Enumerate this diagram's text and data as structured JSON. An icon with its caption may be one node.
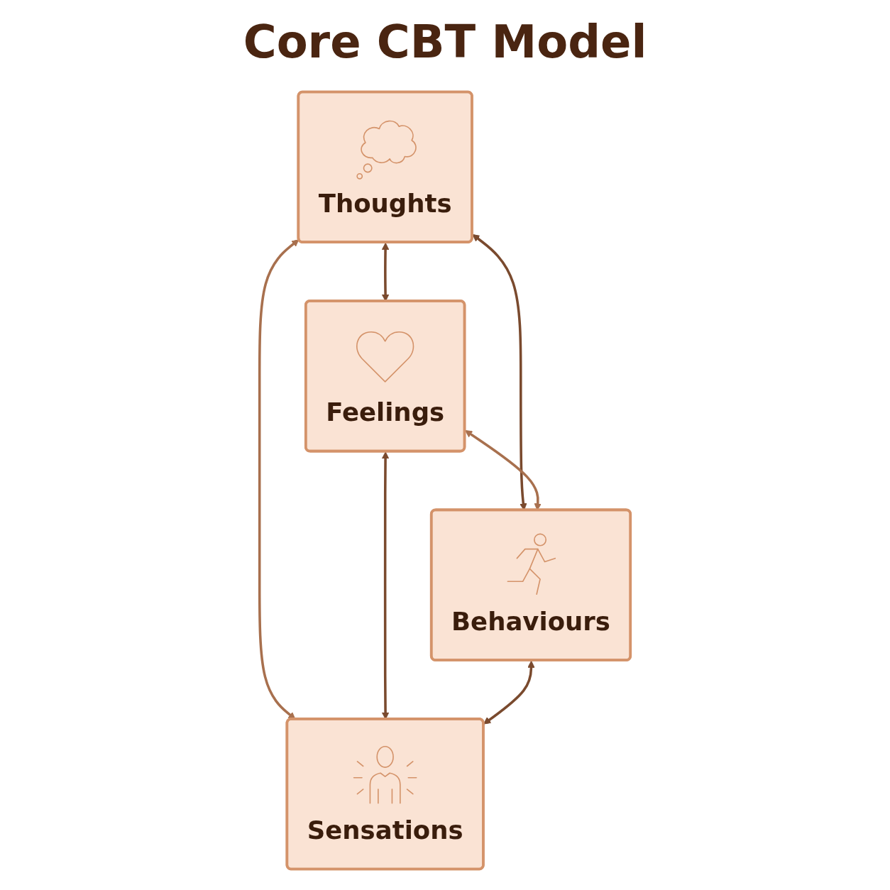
{
  "diagram": {
    "title": "Core CBT Model",
    "nodes": [
      {
        "text": [
          "Thoughts"
        ]
      },
      {
        "text": [
          "Feelings"
        ]
      },
      {
        "text": [
          "Behaviours"
        ]
      },
      {
        "text": [
          "Sensations"
        ]
      }
    ],
    "edges": [
      {
        "from": 0,
        "to": 1,
        "arrow": "both"
      },
      {
        "from": 0,
        "to": 2,
        "arrow": "both"
      },
      {
        "from": 0,
        "to": 3,
        "arrow": "both",
        "color": "#a8704e"
      },
      {
        "from": 1,
        "to": 2,
        "arrow": "both",
        "color": "#a8704e"
      },
      {
        "from": 1,
        "to": 3,
        "arrow": "both"
      },
      {
        "from": 2,
        "to": 3,
        "arrow": "both"
      }
    ]
  }
}
